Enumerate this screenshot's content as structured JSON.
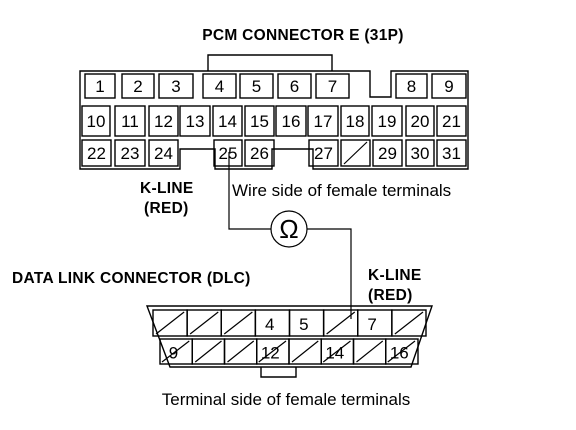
{
  "pcm": {
    "title": "PCM CONNECTOR E (31P)",
    "row1": [
      {
        "label": "1"
      },
      {
        "label": "2"
      },
      {
        "label": "3"
      },
      {
        "label": "4"
      },
      {
        "label": "5"
      },
      {
        "label": "6"
      },
      {
        "label": "7"
      },
      {
        "label": ""
      },
      {
        "label": "8"
      },
      {
        "label": "9"
      }
    ],
    "row2": [
      {
        "label": "10"
      },
      {
        "label": "11"
      },
      {
        "label": "12"
      },
      {
        "label": "13"
      },
      {
        "label": "14"
      },
      {
        "label": "15"
      },
      {
        "label": "16"
      },
      {
        "label": "17"
      },
      {
        "label": "18"
      },
      {
        "label": "19"
      },
      {
        "label": "20"
      },
      {
        "label": "21"
      }
    ],
    "row3": [
      {
        "label": "22"
      },
      {
        "label": "23"
      },
      {
        "label": "24"
      },
      {
        "label": ""
      },
      {
        "label": "25"
      },
      {
        "label": "26"
      },
      {
        "label": ""
      },
      {
        "label": "27"
      },
      {
        "label": ""
      },
      {
        "label": "29"
      },
      {
        "label": "30"
      },
      {
        "label": "31"
      }
    ],
    "kline_label_line1": "K-LINE",
    "kline_label_line2": "(RED)",
    "note": "Wire side of female terminals"
  },
  "ohmmeter_symbol": "Ω",
  "dlc": {
    "title": "DATA LINK CONNECTOR (DLC)",
    "kline_label_line1": "K-LINE",
    "kline_label_line2": "(RED)",
    "top_row": [
      {
        "label": ""
      },
      {
        "label": ""
      },
      {
        "label": ""
      },
      {
        "label": "4"
      },
      {
        "label": "5"
      },
      {
        "label": ""
      },
      {
        "label": "7"
      },
      {
        "label": ""
      }
    ],
    "bottom_row": [
      {
        "label": "9"
      },
      {
        "label": ""
      },
      {
        "label": ""
      },
      {
        "label": "12"
      },
      {
        "label": ""
      },
      {
        "label": "14"
      },
      {
        "label": ""
      },
      {
        "label": "16"
      }
    ],
    "note": "Terminal side of female terminals"
  }
}
